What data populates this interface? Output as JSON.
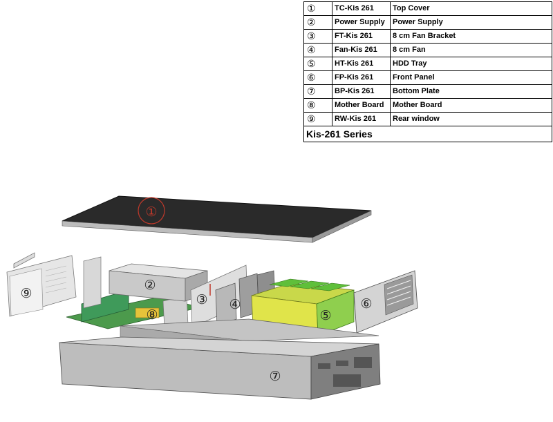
{
  "parts": [
    {
      "num": "①",
      "code": "TC-Kis 261",
      "name": "Top  Cover"
    },
    {
      "num": "②",
      "code": "Power Supply",
      "name": "Power Supply"
    },
    {
      "num": "③",
      "code": "FT-Kis 261",
      "name": "8 cm Fan Bracket"
    },
    {
      "num": "④",
      "code": "Fan-Kis 261",
      "name": "8 cm Fan"
    },
    {
      "num": "⑤",
      "code": "HT-Kis 261",
      "name": "HDD Tray"
    },
    {
      "num": "⑥",
      "code": "FP-Kis 261",
      "name": "Front Panel"
    },
    {
      "num": "⑦",
      "code": "BP-Kis 261",
      "name": "Bottom Plate"
    },
    {
      "num": "⑧",
      "code": "Mother Board",
      "name": "Mother Board"
    },
    {
      "num": "⑨",
      "code": "RW-Kis 261",
      "name": "Rear window"
    }
  ],
  "series_title": "Kis-261 Series",
  "callouts": {
    "top_cover": "①",
    "power_supply": "②",
    "fan_bracket": "③",
    "fan": "④",
    "hdd_tray": "⑤",
    "front_panel": "⑥",
    "bottom_plate": "⑦",
    "mother_board": "⑧",
    "rear_window": "⑨"
  }
}
